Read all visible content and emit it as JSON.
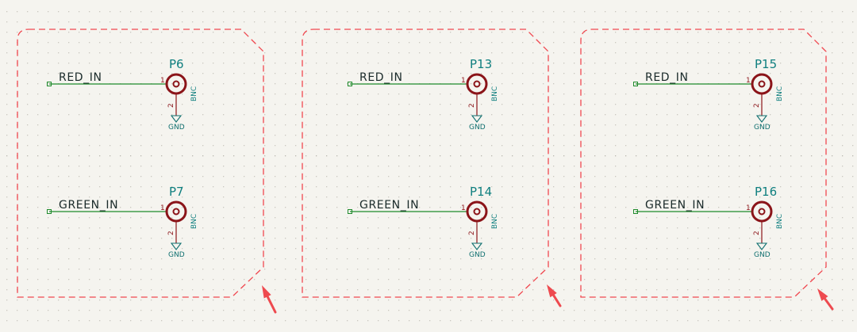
{
  "colors": {
    "background": "#f5f4ef",
    "grid_dot": "#c9c7bf",
    "frame_dash": "#f0474f",
    "wire": "#1e8a2b",
    "net_label": "#1a2a2a",
    "symbol": "#8b1419",
    "ref_text": "#0f7f7f",
    "pin_number": "#8b1419",
    "power": "#0f6f6f",
    "arrow": "#ee4a4f"
  },
  "schematic": {
    "groups": [
      {
        "connectors": [
          {
            "net": "RED_IN",
            "ref": "P6",
            "value": "BNC",
            "pin1": "1",
            "pin2": "2",
            "power": "GND"
          },
          {
            "net": "GREEN_IN",
            "ref": "P7",
            "value": "BNC",
            "pin1": "1",
            "pin2": "2",
            "power": "GND"
          }
        ]
      },
      {
        "connectors": [
          {
            "net": "RED_IN",
            "ref": "P13",
            "value": "BNC",
            "pin1": "1",
            "pin2": "2",
            "power": "GND"
          },
          {
            "net": "GREEN_IN",
            "ref": "P14",
            "value": "BNC",
            "pin1": "1",
            "pin2": "2",
            "power": "GND"
          }
        ]
      },
      {
        "connectors": [
          {
            "net": "RED_IN",
            "ref": "P15",
            "value": "BNC",
            "pin1": "1",
            "pin2": "2",
            "power": "GND"
          },
          {
            "net": "GREEN_IN",
            "ref": "P16",
            "value": "BNC",
            "pin1": "1",
            "pin2": "2",
            "power": "GND"
          }
        ]
      }
    ]
  }
}
